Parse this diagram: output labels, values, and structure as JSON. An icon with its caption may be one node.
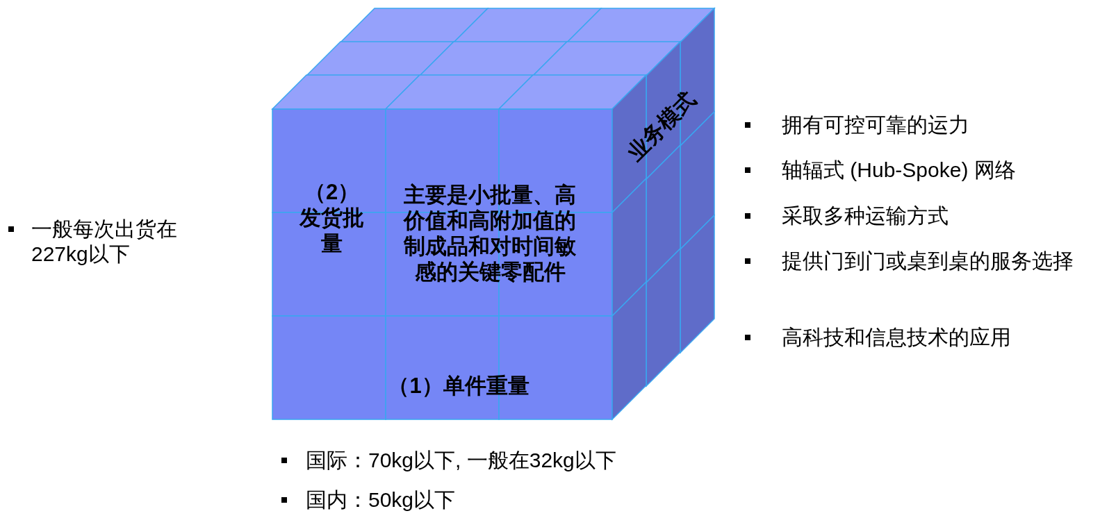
{
  "diagram": {
    "labels": [
      "业务模式",
      "拥有可控可靠的运力",
      "轴辐式 (Hub-Spoke) 网络",
      "采取多种运输方式",
      "提供门到门或桌到桌的服务选择",
      "高科技和信息技术的应用",
      "一般每次出货在227kg以下",
      "（2）发货批量",
      "主要是小批量、高价值和高附加值的制成品和对时间敏感的关键零配件",
      "（1）单件重量",
      "国际：70kg以下, 一般在32kg以下",
      "国内：50kg以下"
    ]
  }
}
